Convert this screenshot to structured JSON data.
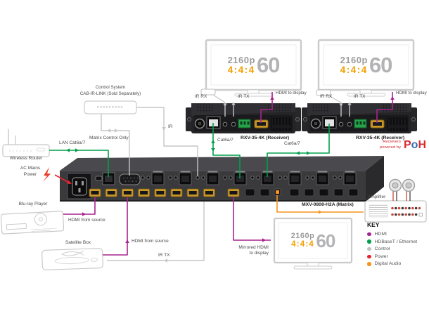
{
  "labels": {
    "wireless_router": "Wireless Router",
    "control_system_1": "Control System",
    "control_system_2": "CAB-IR-LINK (Sold Separately)",
    "matrix_control_only": "Matrix Control Only",
    "ir": "IR",
    "lan": "LAN Cat6a/7",
    "cat6a": "Cat6a/7",
    "ac_mains_1": "AC Mains",
    "ac_mains_2": "Power",
    "bluray": "Blu-ray Player",
    "hdmi_from_source": "HDMI from source",
    "satellite": "Satellite Box",
    "ir_tx": "IR TX",
    "ir_rx": "IR RX",
    "hdmi_to_display": "HDMI to display",
    "receiver": "RXV-35-4K (Receiver)",
    "matrix": "MXV-0808-H2A (Matrix)",
    "mirrored_1": "Mirrored HDMI",
    "mirrored_2": "to display",
    "amplifier": "Amplifier",
    "poh_1": "Receivers",
    "poh_2": "powered by",
    "poh_p": "P",
    "poh_o": "o",
    "poh_h": "H"
  },
  "display": {
    "resolution": "2160p",
    "chroma": "4:4:4",
    "refresh": "60"
  },
  "key": {
    "title": "KEY",
    "items": [
      {
        "label": "HDMI",
        "color": "#a8238e"
      },
      {
        "label": "HDBaseT / Ethernet",
        "color": "#00a04b"
      },
      {
        "label": "Control",
        "color": "#bfbfbf"
      },
      {
        "label": "Power",
        "color": "#e8222d"
      },
      {
        "label": "Digital Audio",
        "color": "#f7941d"
      }
    ]
  },
  "colors": {
    "hdmi_cable": "#a8238e",
    "hdbaset_cable": "#00a04b",
    "control_cable": "#c6c6c6",
    "power_cable": "#e8222d",
    "audio_cable": "#f7941d",
    "chroma_text": "#f5a000"
  }
}
